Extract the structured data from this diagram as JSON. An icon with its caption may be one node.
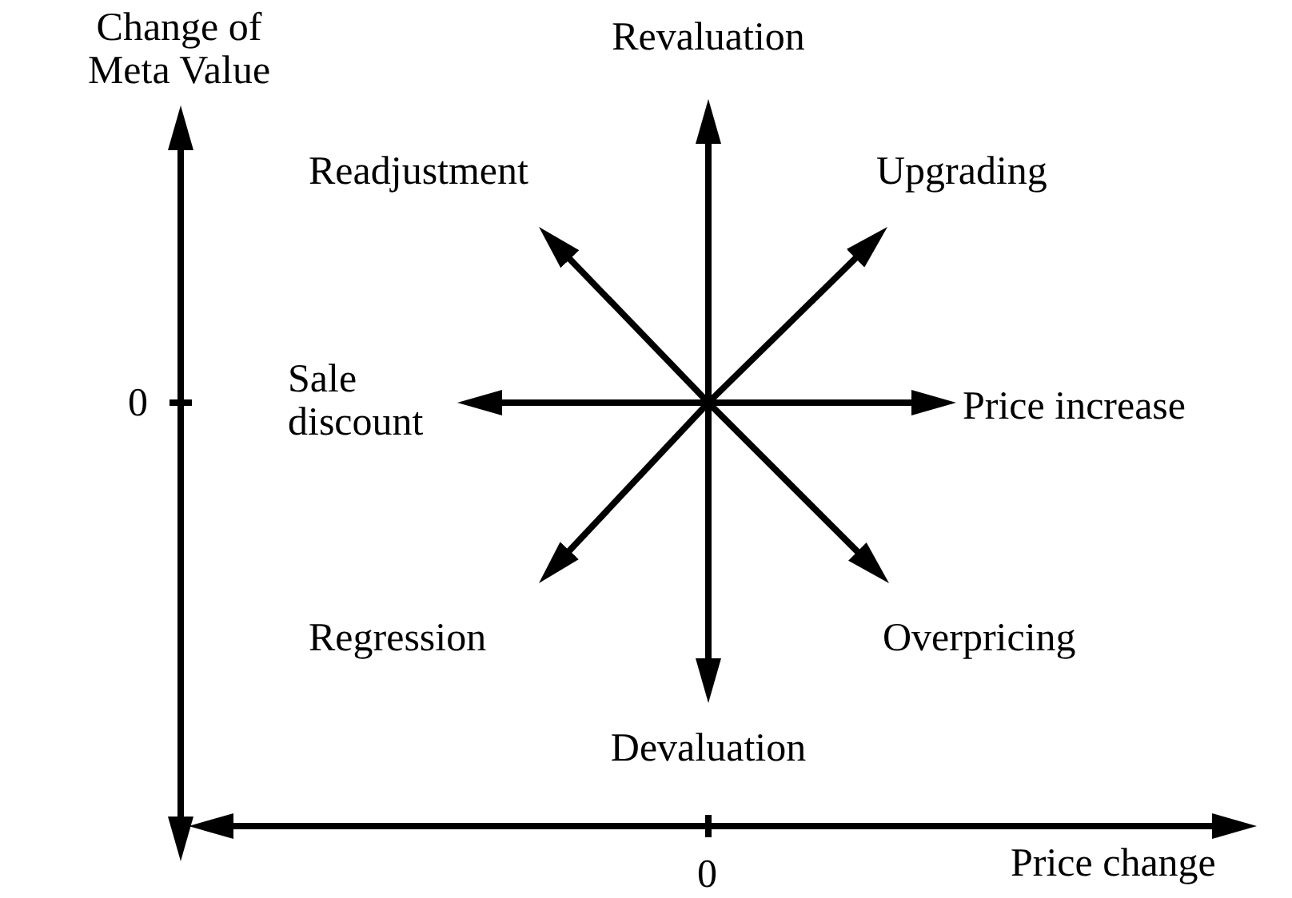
{
  "diagram": {
    "nodes": [
      {
        "text": [
          "Revaluation"
        ]
      },
      {
        "text": [
          "Readjustment"
        ]
      },
      {
        "text": [
          "Upgrading"
        ]
      },
      {
        "text": [
          "Sale discount"
        ]
      },
      {
        "text": [
          "Price increase"
        ]
      },
      {
        "text": [
          "Regression"
        ]
      },
      {
        "text": [
          "Overpricing"
        ]
      },
      {
        "text": [
          "Devaluation"
        ]
      }
    ],
    "edges": [
      {
        "from": null,
        "to": 0,
        "arrow": "to"
      },
      {
        "from": null,
        "to": 1,
        "arrow": "to"
      },
      {
        "from": null,
        "to": 2,
        "arrow": "to"
      },
      {
        "from": null,
        "to": 3,
        "arrow": "to"
      },
      {
        "from": null,
        "to": 4,
        "arrow": "to"
      },
      {
        "from": null,
        "to": 5,
        "arrow": "to"
      },
      {
        "from": null,
        "to": 6,
        "arrow": "to"
      },
      {
        "from": null,
        "to": 7,
        "arrow": "to"
      }
    ],
    "labels": [
      "Change of Meta Value",
      "0",
      "0",
      "Price change"
    ]
  }
}
